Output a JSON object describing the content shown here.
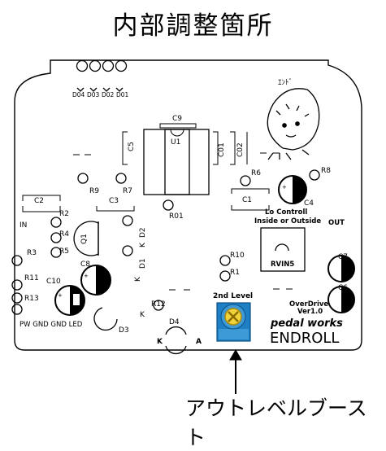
{
  "title": "内部調整箇所",
  "callout_label": "アウトレベルブースト",
  "pcb": {
    "labels": {
      "d4": "D04",
      "d3": "D03",
      "d2": "D02",
      "d1": "D01",
      "c9": "C9",
      "u1": "U1",
      "c5": "C5",
      "c01": "C01",
      "c02": "C02",
      "r6": "R6",
      "r8": "R8",
      "r9": "R9",
      "r7": "R7",
      "c2": "C2",
      "c3": "C3",
      "c1": "C1",
      "c4": "C4",
      "r01": "R01",
      "in": "IN",
      "r2": "R2",
      "r4": "R4",
      "r5": "R5",
      "r3": "R3",
      "q1": "Q1",
      "d2v": "D2",
      "k1": "K",
      "d1v": "D1",
      "k2": "K",
      "c8": "C8",
      "r11": "R11",
      "r13": "R13",
      "c10": "C10",
      "power": "PW GND GND LED",
      "d3b": "D3",
      "k3": "K",
      "r12": "R12",
      "d4b": "D4",
      "k4": "K",
      "a4": "A",
      "lo1": "Lo Controll",
      "lo2": "Inside or Outside",
      "out": "OUT",
      "r10": "R10",
      "r1": "R1",
      "rvin5": "RVIN5",
      "second_level": "2nd Level",
      "c7": "C7",
      "c6": "C6",
      "od1": "OverDrive",
      "od2": "Ver1.0",
      "brand1": "pedal works",
      "brand2": "ENDROLL",
      "plus": "+"
    }
  }
}
